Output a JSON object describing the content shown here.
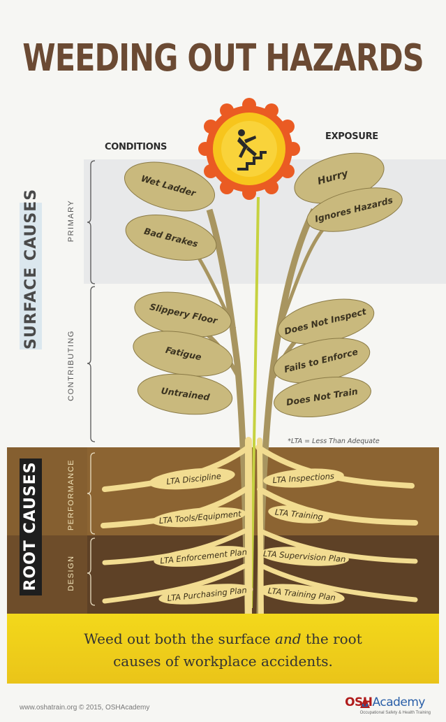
{
  "title": "WEEDING OUT HAZARDS",
  "columns": {
    "left": "CONDITIONS",
    "right": "EXPOSURE"
  },
  "bands": {
    "surface": "SURFACE CAUSES",
    "root": "ROOT CAUSES",
    "primary": "PRIMARY",
    "contributing": "CONTRIBUTING",
    "performance": "PERFORMANCE",
    "design": "DESIGN"
  },
  "leaves": {
    "wet_ladder": "Wet Ladder",
    "bad_brakes": "Bad Brakes",
    "slippery_floor": "Slippery Floor",
    "fatigue": "Fatigue",
    "untrained": "Untrained",
    "hurry": "Hurry",
    "ignores_hazards": "Ignores Hazards",
    "does_not_inspect": "Does Not Inspect",
    "fails_to_enforce": "Fails to Enforce",
    "does_not_train": "Does Not Train"
  },
  "note": "*LTA = Less Than Adequate",
  "roots": {
    "discipline": "LTA Discipline",
    "inspections": "LTA Inspections",
    "tools": "LTA Tools/Equipment",
    "training": "LTA Training",
    "enforcement_plan": "LTA Enforcement Plan",
    "supervision_plan": "LTA Supervision Plan",
    "purchasing_plan": "LTA Purchasing Plan",
    "training_plan": "LTA Training Plan"
  },
  "message": {
    "line1_a": "Weed out both the surface ",
    "line1_em": "and",
    "line1_b": " the root",
    "line2": "causes of workplace accidents."
  },
  "footer": "www.oshatrain.org © 2015, OSHAcademy",
  "logo": {
    "osh": "OSH",
    "academy": "Academy",
    "tagline": "Occupational Safety & Health Training"
  },
  "colors": {
    "title": "#6b4a33",
    "leaf": "#c9b97d",
    "root": "#f2dc91",
    "soil_light": "#8c6432",
    "soil_dark": "#5a3e22",
    "banner": "#f3d81b",
    "flower_petals": "#ea5b23",
    "flower_center": "#f7c51c"
  },
  "icons": [
    "falling-person-icon",
    "osha-logo-icon"
  ]
}
